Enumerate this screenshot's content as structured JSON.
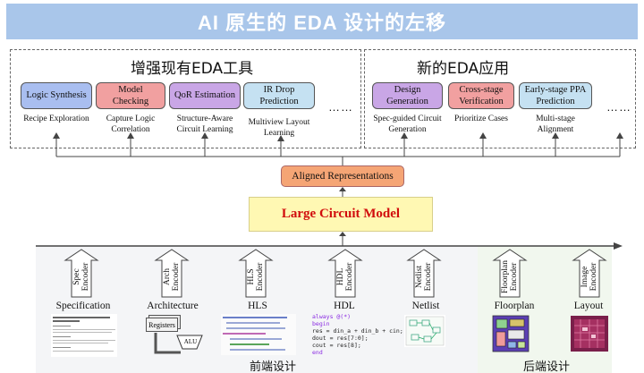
{
  "title": "AI 原生的 EDA 设计的左移",
  "existing": {
    "heading": "增强现有EDA工具",
    "tools": [
      {
        "label": "Logic Synthesis",
        "caption": "Recipe Exploration"
      },
      {
        "label": "Model Checking",
        "caption": "Capture Logic Correlation"
      },
      {
        "label": "QoR Estimation",
        "caption": "Structure-Aware Circuit Learning"
      },
      {
        "label": "IR Drop Prediction",
        "caption": "Multiview Layout Learning"
      }
    ],
    "more": "……"
  },
  "new_apps": {
    "heading": "新的EDA应用",
    "tools": [
      {
        "label": "Design Generation",
        "caption": "Spec-guided Circuit Generation"
      },
      {
        "label": "Cross-stage Verification",
        "caption": "Prioritize Cases"
      },
      {
        "label": "Early-stage PPA Prediction",
        "caption": "Multi-stage Alignment"
      }
    ],
    "more": "……"
  },
  "aligned": "Aligned Representations",
  "model": "Large Circuit Model",
  "stages": [
    {
      "encoder": "Spec Encoder",
      "label": "Specification"
    },
    {
      "encoder": "Arch Encoder",
      "label": "Architecture"
    },
    {
      "encoder": "HLS Encoder",
      "label": "HLS"
    },
    {
      "encoder": "HDL Encoder",
      "label": "HDL"
    },
    {
      "encoder": "Netlist Encoder",
      "label": "Netlist"
    },
    {
      "encoder": "Floorplan Encoder",
      "label": "Floorplan"
    },
    {
      "encoder": "Image Encoder",
      "label": "Layout"
    }
  ],
  "arch_parts": {
    "registers": "Registers",
    "alu": "ALU"
  },
  "hdl_code": [
    "always @(*)",
    "begin",
    "  res = din_a + din_b + cin;",
    "  dout = res[7:0];",
    "  cout = res[8];",
    "end"
  ],
  "frontend": "前端设计",
  "backend": "后端设计"
}
